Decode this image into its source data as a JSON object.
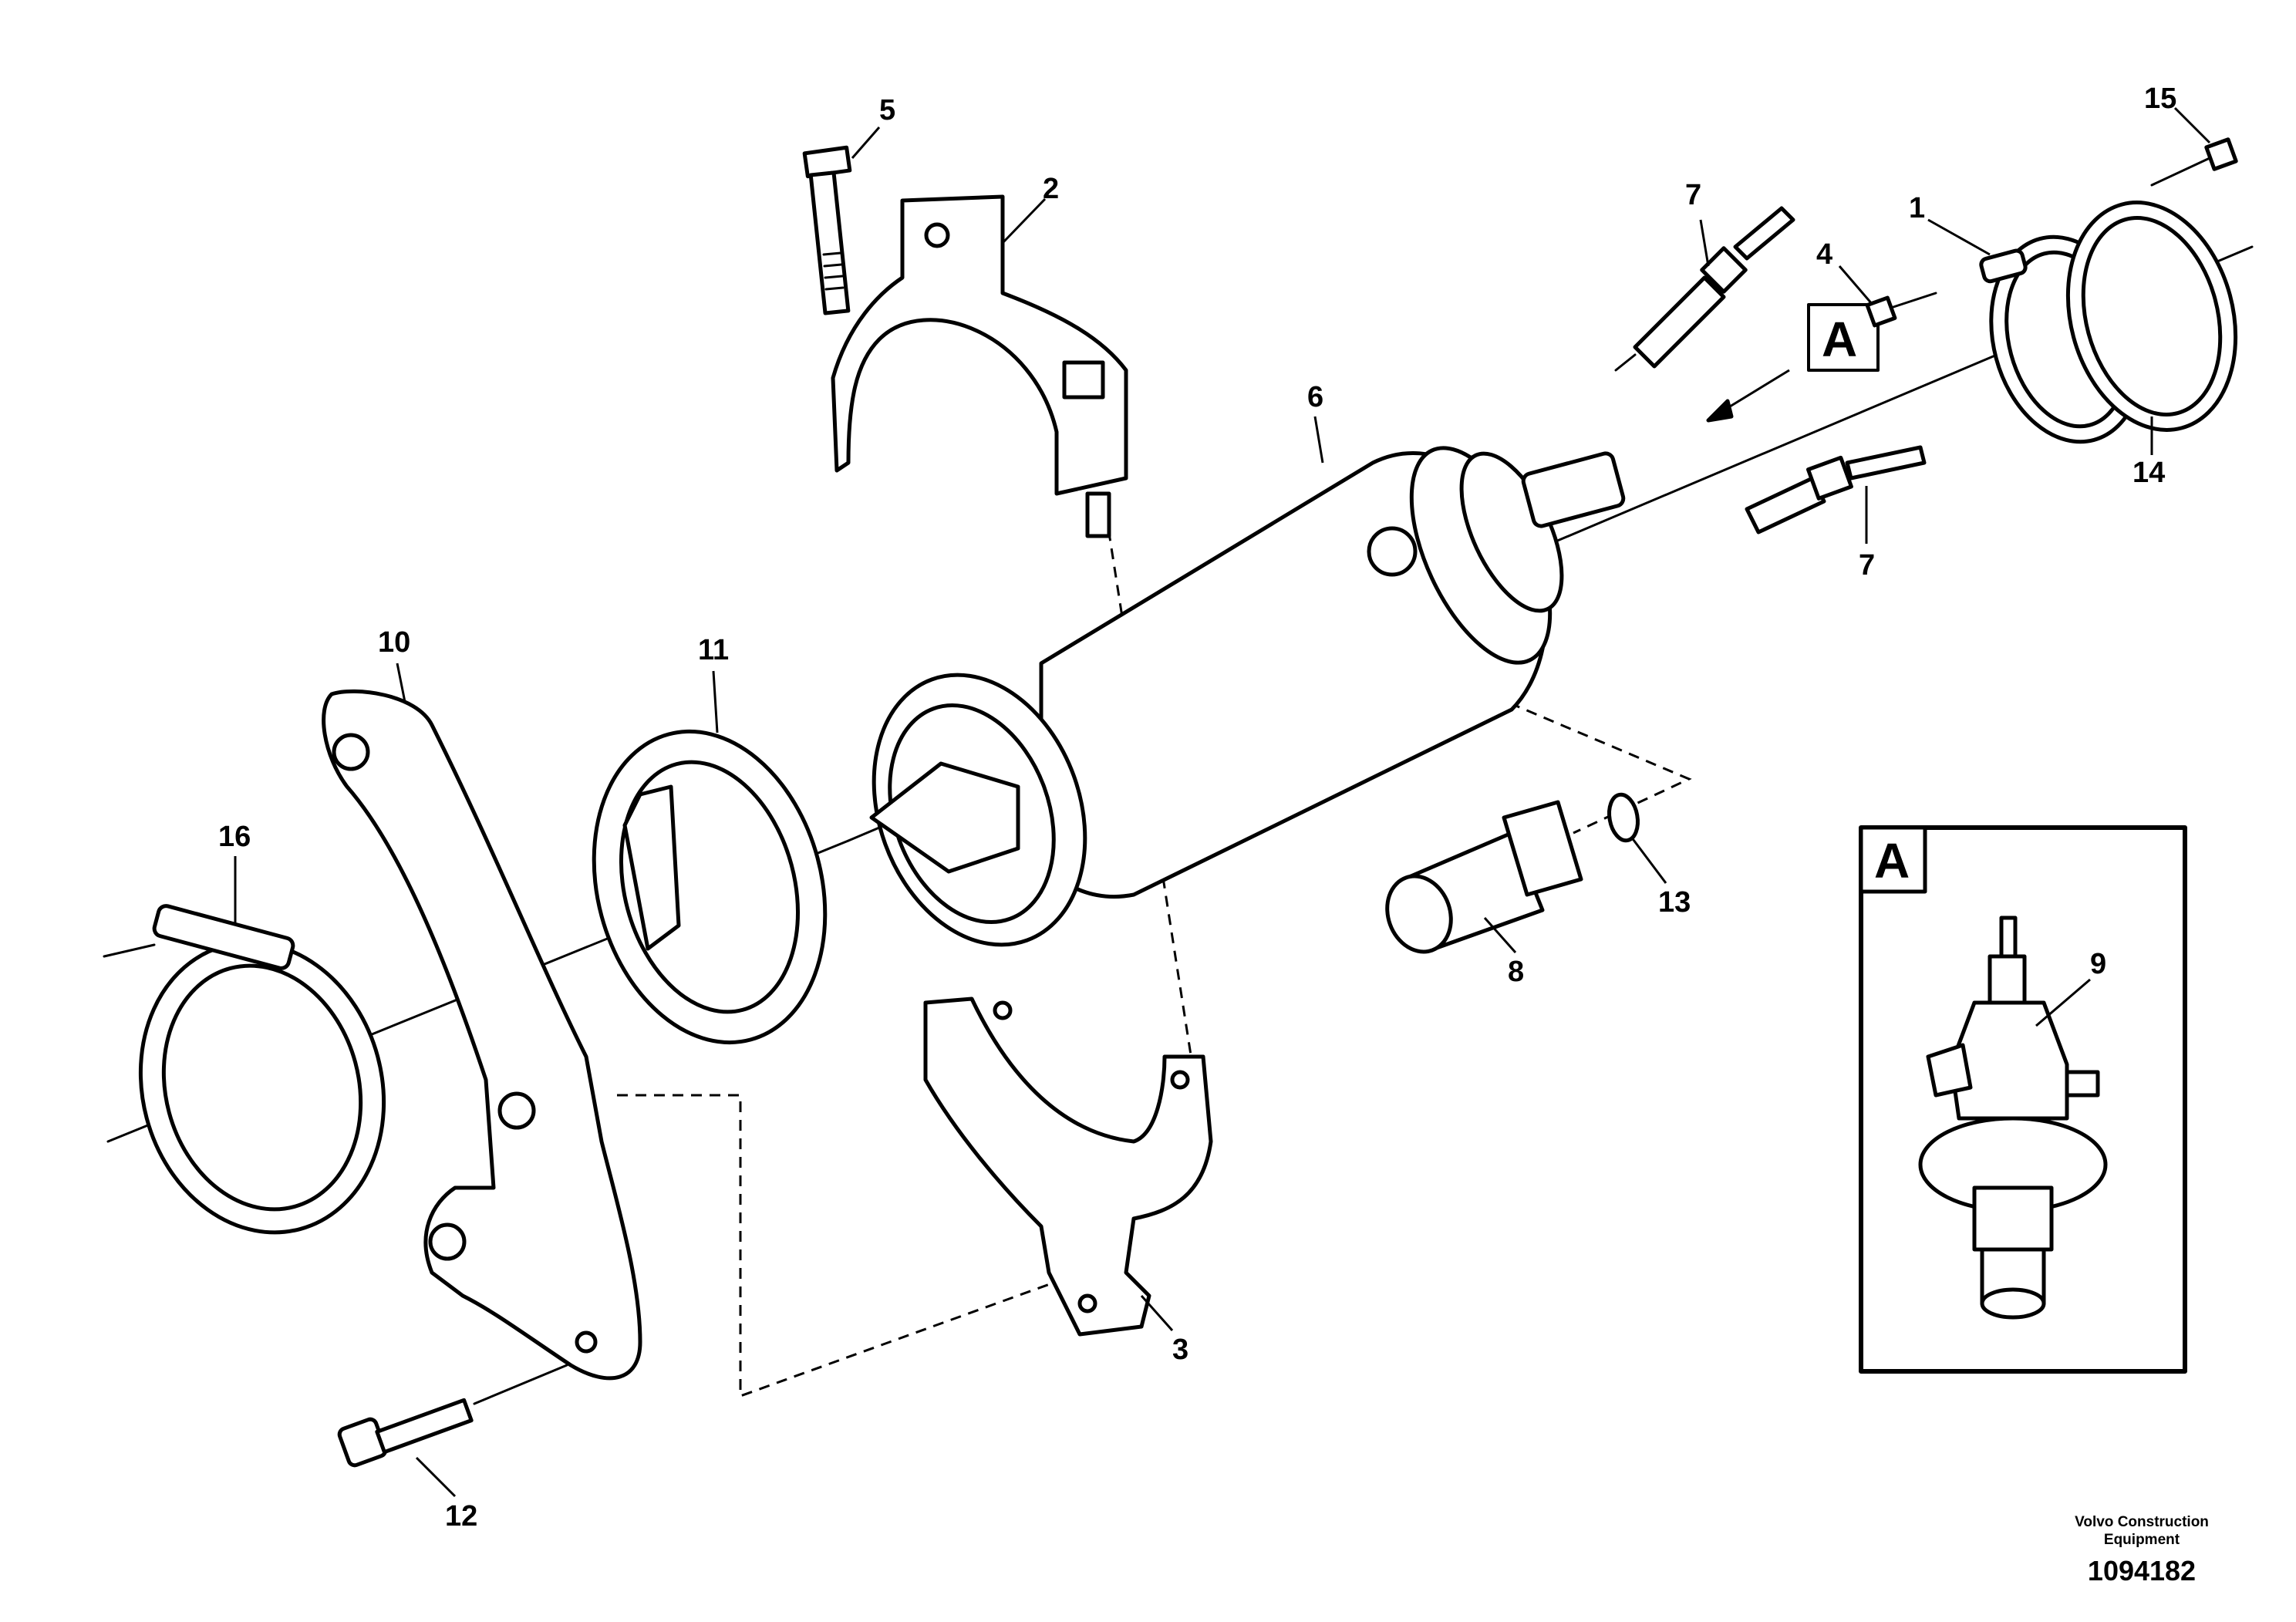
{
  "callouts": {
    "c1": "1",
    "c2": "2",
    "c3": "3",
    "c4": "4",
    "c5": "5",
    "c6": "6",
    "c7a": "7",
    "c7b": "7",
    "c8": "8",
    "c9": "9",
    "c10": "10",
    "c11": "11",
    "c12": "12",
    "c13": "13",
    "c14": "14",
    "c15": "15",
    "c16": "16"
  },
  "detail_marker": "A",
  "detail_label": "A",
  "footer": {
    "company_line1": "Volvo Construction",
    "company_line2": "Equipment",
    "drawing_number": "1094182"
  }
}
